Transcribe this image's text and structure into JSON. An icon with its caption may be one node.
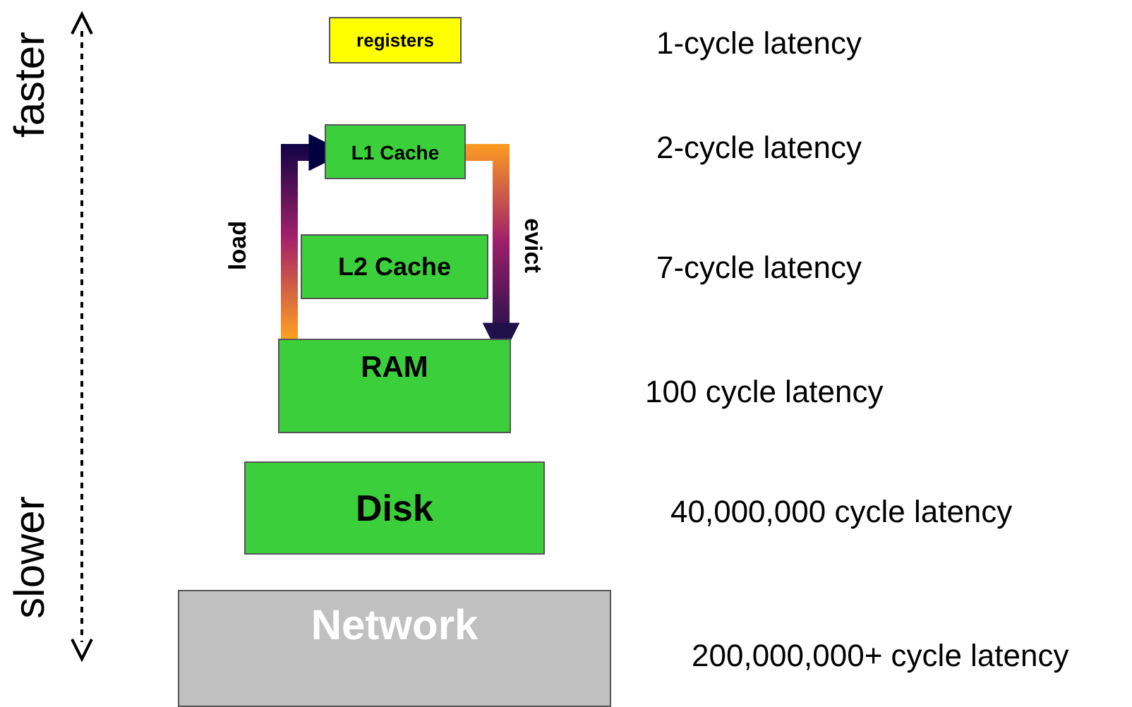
{
  "diagram": {
    "nodes": [
      {
        "text": [
          "registers"
        ]
      },
      {
        "text": [
          "L1 Cache"
        ]
      },
      {
        "text": [
          "L2 Cache"
        ]
      },
      {
        "text": [
          "RAM"
        ]
      },
      {
        "text": [
          "Disk"
        ]
      },
      {
        "text": [
          "Network"
        ]
      }
    ],
    "edges": [
      {
        "from": 3,
        "to": 1,
        "arrow": "to",
        "label": "load",
        "style": "thick"
      },
      {
        "from": 1,
        "to": 3,
        "arrow": "to",
        "label": "evict",
        "style": "thick"
      }
    ],
    "labels": [
      "faster",
      "1-cycle latency",
      "2-cycle latency",
      "7-cycle latency",
      "100 cycle latency",
      "slower",
      "40,000,000 cycle latency",
      "200,000,000+ cycle latency"
    ]
  }
}
